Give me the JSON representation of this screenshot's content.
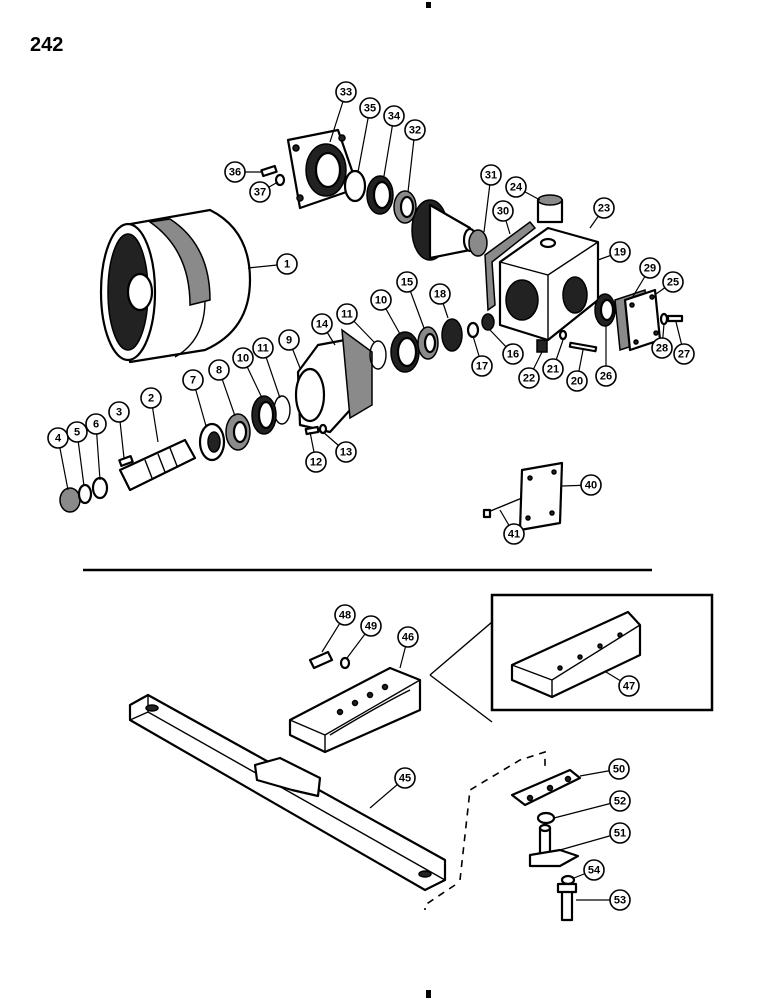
{
  "page_number": "242",
  "callouts": [
    "1",
    "2",
    "3",
    "4",
    "5",
    "6",
    "7",
    "8",
    "9",
    "10",
    "10",
    "11",
    "11",
    "12",
    "13",
    "14",
    "15",
    "16",
    "17",
    "18",
    "19",
    "20",
    "21",
    "22",
    "23",
    "24",
    "25",
    "26",
    "27",
    "28",
    "29",
    "30",
    "31",
    "32",
    "33",
    "34",
    "35",
    "36",
    "37",
    "40",
    "41",
    "45",
    "46",
    "47",
    "48",
    "49",
    "50",
    "51",
    "52",
    "53",
    "54"
  ]
}
